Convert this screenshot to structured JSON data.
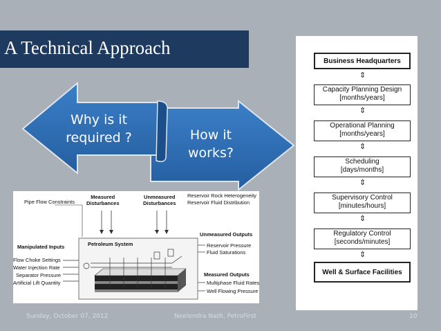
{
  "slide": {
    "title": "A Technical Approach",
    "arrow_left": {
      "line1": "Why is it",
      "line2": "required ?"
    },
    "arrow_right": {
      "line1": "How it",
      "line2": "works?"
    }
  },
  "hierarchy": {
    "levels": [
      {
        "line1": "Business Headquarters",
        "line2": ""
      },
      {
        "line1": "Capacity Planning Design",
        "line2": "[months/years]"
      },
      {
        "line1": "Operational Planning",
        "line2": "[months/years]"
      },
      {
        "line1": "Scheduling",
        "line2": "[days/months]"
      },
      {
        "line1": "Supervisory Control",
        "line2": "[minutes/hours]"
      },
      {
        "line1": "Regulatory Control",
        "line2": "[seconds/minutes]"
      },
      {
        "line1": "Well & Surface Facilities",
        "line2": ""
      }
    ],
    "connector_glyph": "⇕"
  },
  "diagram": {
    "pipe_flow_constraints": "Pipe Flow Constraints",
    "measured_disturbances": {
      "line1": "Measured",
      "line2": "Disturbances"
    },
    "unmeasured_disturbances": {
      "line1": "Unmeasured",
      "line2": "Disturbances"
    },
    "reservoir_rock": "Reservoir Rock Heterogeneity",
    "reservoir_fluid": "Reservoir Fluid Distribution",
    "unmeasured_outputs": "Unmeasured Outputs",
    "reservoir_pressure": "Reservoir Pressure",
    "fluid_saturations": "Fluid Saturations",
    "manipulated_inputs": "Manipulated Inputs",
    "petroleum_system": "Petroleum System",
    "flow_choke": "Flow Choke Settings",
    "water_injection": "Water Injection Rate",
    "separator_pressure": "Separator Pressure",
    "artificial_lift": "Artificial Lift Quantity",
    "measured_outputs": "Measured Outputs",
    "multiphase_fluid": "Multiphase Fluid Rates",
    "well_flowing": "Well Flowing Pressure"
  },
  "footer": {
    "date": "Sunday, October 07, 2012",
    "author": "Neelendra Nath, PetroFirst",
    "page": "10"
  },
  "colors": {
    "background": "#a9b0b8",
    "title_bar": "#1f3a5f",
    "arrow_blue": "#2f6eb5"
  }
}
